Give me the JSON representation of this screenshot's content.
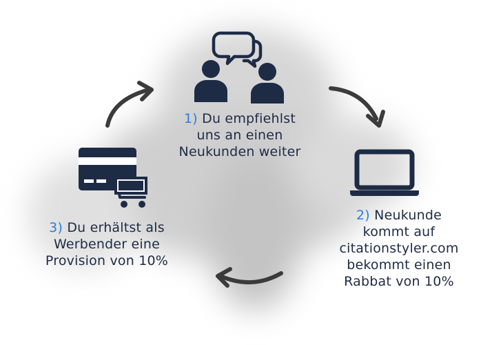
{
  "colors": {
    "navy": "#1e2b45",
    "accent": "#2b7ed9",
    "arrow": "#3b3b3b"
  },
  "icons": {
    "people": "people-chat-icon",
    "laptop": "laptop-icon",
    "card": "credit-card-cart-icon",
    "arrow": "curved-arrow-icon"
  },
  "steps": [
    {
      "num": "1)",
      "lines": [
        "Du empfiehlst",
        "uns an einen",
        "Neukunden weiter"
      ]
    },
    {
      "num": "2)",
      "lines": [
        "Neukunde",
        "kommt auf",
        "citationstyler.com",
        "bekommt einen",
        "Rabbat von 10%"
      ]
    },
    {
      "num": "3)",
      "lines": [
        "Du erhältst als",
        "Werbender eine",
        "Provision von 10%"
      ]
    }
  ]
}
